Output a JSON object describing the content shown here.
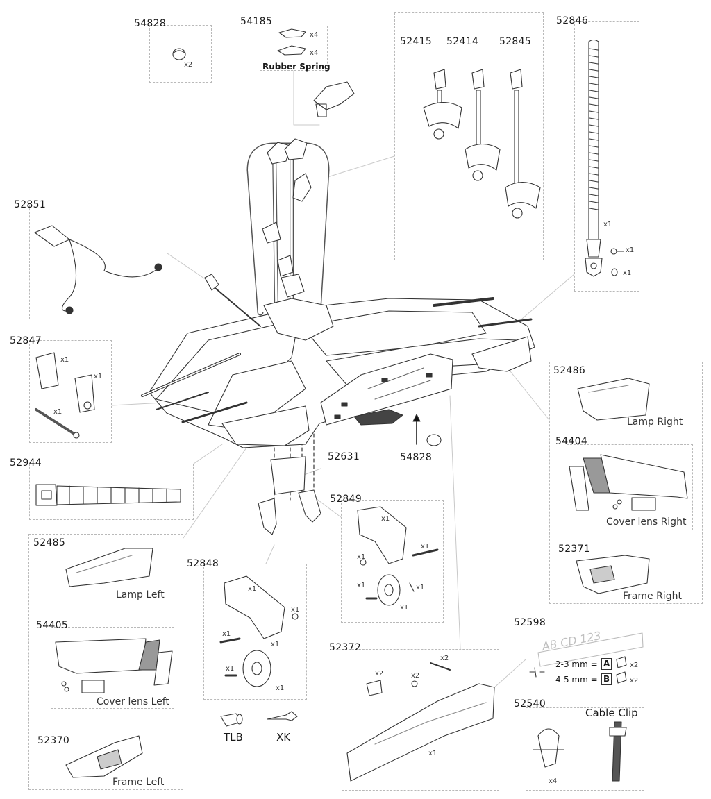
{
  "parts": {
    "p54828a": "54828",
    "p54185": "54185",
    "p52415": "52415",
    "p52414": "52414",
    "p52845": "52845",
    "p52846": "52846",
    "p52851": "52851",
    "p52847": "52847",
    "p52486": "52486",
    "p54404": "54404",
    "p52371": "52371",
    "p52944": "52944",
    "p52631": "52631",
    "p54828b": "54828",
    "p52849": "52849",
    "p52485": "52485",
    "p52848": "52848",
    "p54405": "54405",
    "p52598": "52598",
    "p52372": "52372",
    "p52540": "52540",
    "p52370": "52370"
  },
  "labels": {
    "rubber_spring": "Rubber Spring",
    "lamp_right": "Lamp Right",
    "cover_lens_right": "Cover lens Right",
    "frame_right": "Frame Right",
    "lamp_left": "Lamp Left",
    "cover_lens_left": "Cover lens Left",
    "frame_left": "Frame Left",
    "cable_clip": "Cable Clip",
    "tlb": "TLB",
    "xk": "XK",
    "plate_text": "AB CD 123",
    "mm_a": "2-3 mm =",
    "mm_b": "4-5 mm =",
    "letter_a": "A",
    "letter_b": "B"
  },
  "quantities": {
    "x1": "x1",
    "x2": "x2",
    "x4": "x4"
  }
}
